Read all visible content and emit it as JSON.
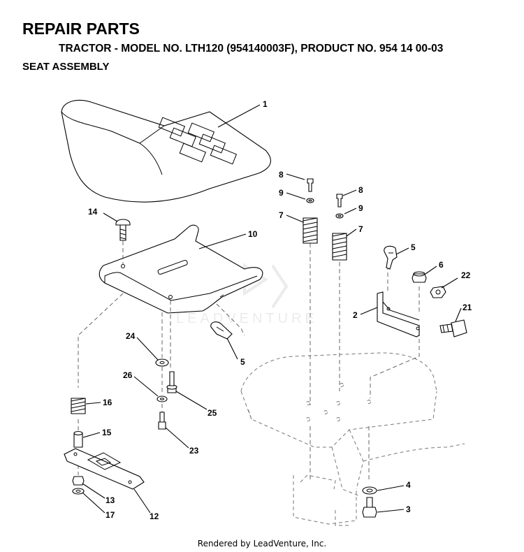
{
  "header": {
    "title": "REPAIR PARTS",
    "subtitle": "TRACTOR - MODEL NO. LTH120 (954140003F), PRODUCT NO. 954 14 00-03",
    "section": "SEAT ASSEMBLY"
  },
  "watermark": "LEADVENTURE",
  "callouts": [
    {
      "id": "c1",
      "label": "1",
      "part": "seat"
    },
    {
      "id": "c8a",
      "label": "8",
      "part": "bolt"
    },
    {
      "id": "c9a",
      "label": "9",
      "part": "washer"
    },
    {
      "id": "c7a",
      "label": "7",
      "part": "spring"
    },
    {
      "id": "c8b",
      "label": "8",
      "part": "bolt"
    },
    {
      "id": "c9b",
      "label": "9",
      "part": "washer"
    },
    {
      "id": "c7b",
      "label": "7",
      "part": "spring"
    },
    {
      "id": "c14",
      "label": "14",
      "part": "carriage-bolt"
    },
    {
      "id": "c10",
      "label": "10",
      "part": "seat-pan"
    },
    {
      "id": "c5a",
      "label": "5",
      "part": "latch"
    },
    {
      "id": "c6",
      "label": "6",
      "part": "nut"
    },
    {
      "id": "c22",
      "label": "22",
      "part": "lock-nut"
    },
    {
      "id": "c2",
      "label": "2",
      "part": "bracket"
    },
    {
      "id": "c21",
      "label": "21",
      "part": "knob-bolt"
    },
    {
      "id": "c24",
      "label": "24",
      "part": "washer"
    },
    {
      "id": "c5b",
      "label": "5",
      "part": "latch"
    },
    {
      "id": "c26",
      "label": "26",
      "part": "washer"
    },
    {
      "id": "c16",
      "label": "16",
      "part": "spring"
    },
    {
      "id": "c25",
      "label": "25",
      "part": "bolt"
    },
    {
      "id": "c15",
      "label": "15",
      "part": "spacer"
    },
    {
      "id": "c23",
      "label": "23",
      "part": "bolt"
    },
    {
      "id": "c13",
      "label": "13",
      "part": "nut"
    },
    {
      "id": "c17",
      "label": "17",
      "part": "washer"
    },
    {
      "id": "c12",
      "label": "12",
      "part": "plate"
    },
    {
      "id": "c4",
      "label": "4",
      "part": "washer"
    },
    {
      "id": "c3",
      "label": "3",
      "part": "bolt"
    }
  ],
  "footer": "Rendered by LeadVenture, Inc."
}
